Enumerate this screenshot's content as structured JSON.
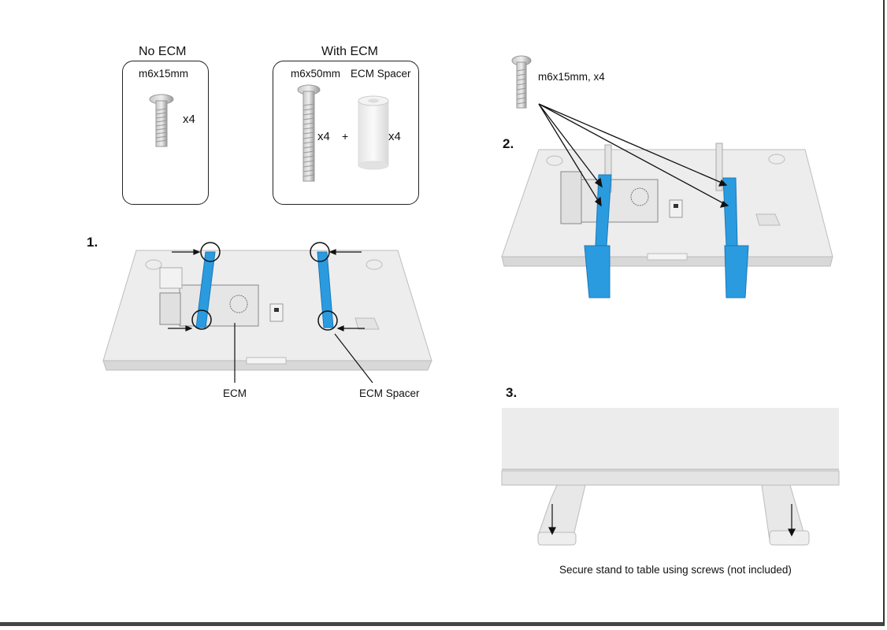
{
  "no_ecm": {
    "heading": "No ECM",
    "screw_label": "m6x15mm",
    "qty": "x4"
  },
  "with_ecm": {
    "heading": "With ECM",
    "screw_label": "m6x50mm",
    "spacer_label": "ECM Spacer",
    "qty_screw": "x4",
    "plus": "+",
    "qty_spacer": "x4"
  },
  "step1": {
    "number": "1.",
    "callout_ecm": "ECM",
    "callout_spacer": "ECM Spacer"
  },
  "step2": {
    "number": "2.",
    "screw_label": "m6x15mm, x4"
  },
  "step3": {
    "number": "3.",
    "caption": "Secure stand to table using screws (not included)"
  },
  "colors": {
    "bracket": "#2b9be0",
    "bracket_dark": "#1a78b8",
    "device": "#ededed",
    "outline": "#999999"
  },
  "icons": [
    "screw-short-icon",
    "screw-long-icon",
    "spacer-icon"
  ]
}
